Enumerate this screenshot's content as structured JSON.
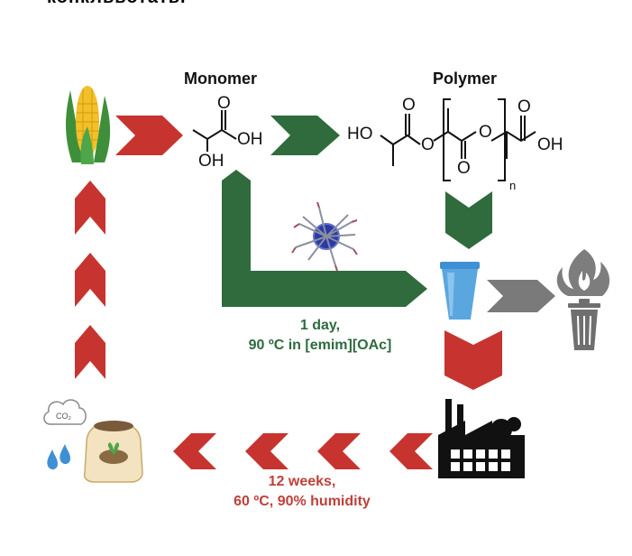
{
  "header": {
    "fragment": "конкльвотать."
  },
  "labels": {
    "monomer": "Monomer",
    "polymer": "Polymer"
  },
  "conditions": {
    "hydrolysis": {
      "line1": "1 day,",
      "line2": "90 ºC in [emim][OAc]"
    },
    "compost": {
      "line1": "12 weeks,",
      "line2": "60 ºC, 90% humidity"
    }
  },
  "chem": {
    "atom_O": "O",
    "atom_OH": "OH",
    "atom_HO": "HO",
    "subscript_n": "n",
    "co2": "CO₂"
  },
  "colors": {
    "red_arrow": "#c7342f",
    "green_arrow": "#2f6b3d",
    "gray_arrow": "#7a7a7a",
    "cup": "#5aa7e0",
    "green_text": "#2e6b3e",
    "red_text": "#c0403a"
  },
  "icons": [
    "corn-icon",
    "fire-icon",
    "trash-can-icon",
    "factory-icon",
    "compost-bag-icon",
    "co2-cloud-icon",
    "water-drops-icon",
    "plastic-cup-icon",
    "enzyme-icon"
  ]
}
